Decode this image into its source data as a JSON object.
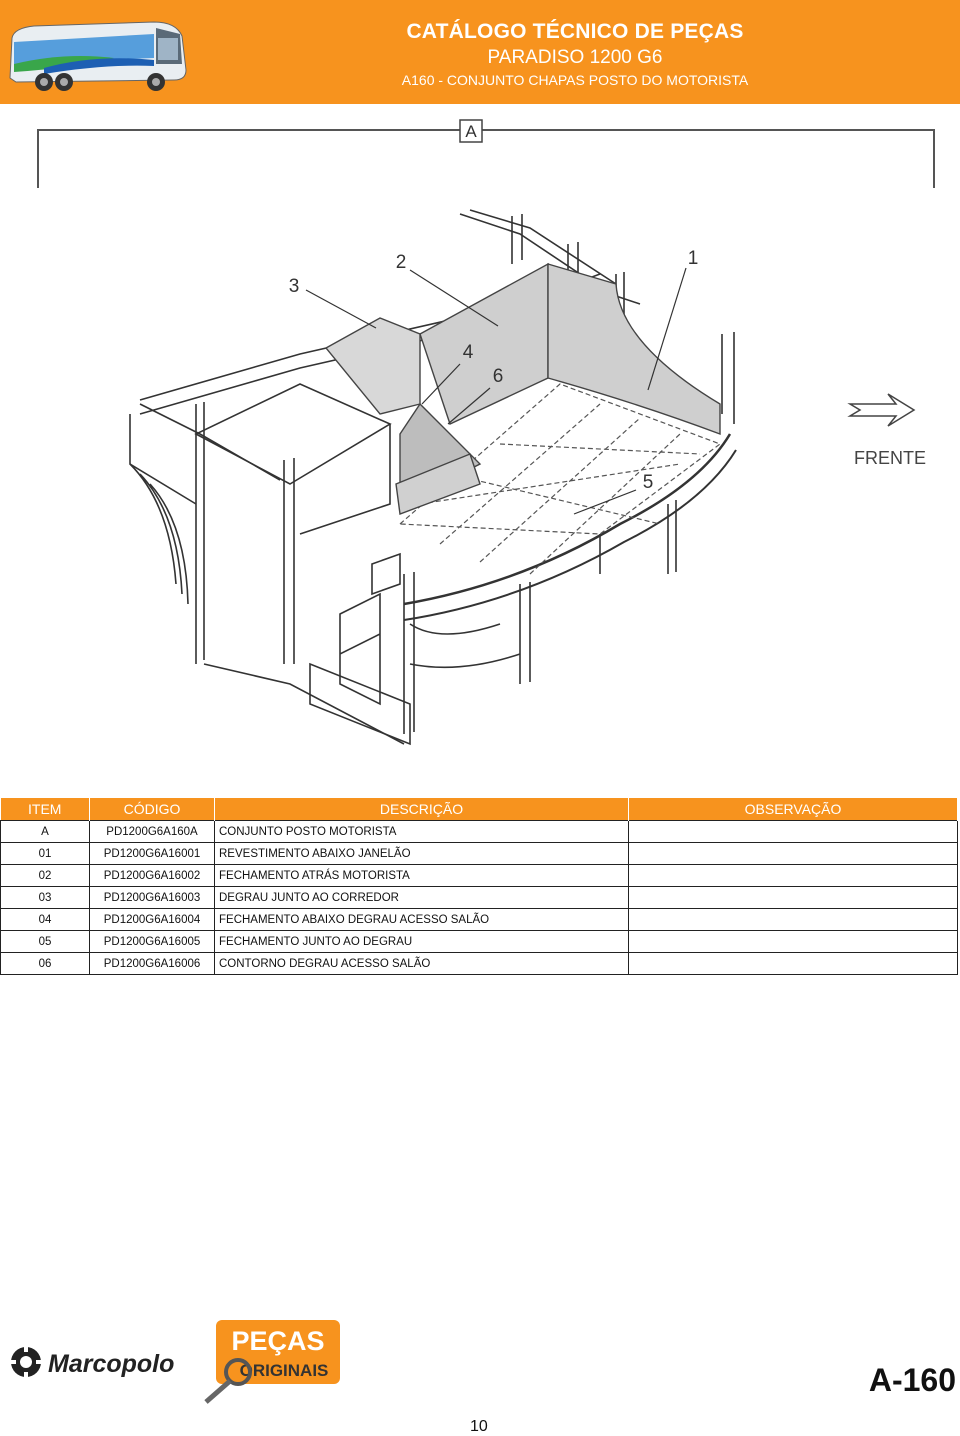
{
  "header": {
    "title": "CATÁLOGO TÉCNICO DE PEÇAS",
    "model": "PARADISO 1200 G6",
    "section": "A160 - CONJUNTO CHAPAS POSTO DO MOTORISTA"
  },
  "drawing": {
    "view_label": "A",
    "front_label": "FRENTE",
    "callouts": [
      "1",
      "2",
      "3",
      "4",
      "5",
      "6"
    ]
  },
  "table": {
    "headers": [
      "ITEM",
      "CÓDIGO",
      "DESCRIÇÃO",
      "OBSERVAÇÃO"
    ],
    "rows": [
      {
        "item": "A",
        "code": "PD1200G6A160A",
        "desc": "CONJUNTO POSTO MOTORISTA",
        "obs": ""
      },
      {
        "item": "01",
        "code": "PD1200G6A16001",
        "desc": "REVESTIMENTO ABAIXO JANELÃO",
        "obs": ""
      },
      {
        "item": "02",
        "code": "PD1200G6A16002",
        "desc": "FECHAMENTO ATRÁS MOTORISTA",
        "obs": ""
      },
      {
        "item": "03",
        "code": "PD1200G6A16003",
        "desc": "DEGRAU JUNTO AO CORREDOR",
        "obs": ""
      },
      {
        "item": "04",
        "code": "PD1200G6A16004",
        "desc": "FECHAMENTO ABAIXO DEGRAU ACESSO SALÃO",
        "obs": ""
      },
      {
        "item": "05",
        "code": "PD1200G6A16005",
        "desc": "FECHAMENTO JUNTO AO DEGRAU",
        "obs": ""
      },
      {
        "item": "06",
        "code": "PD1200G6A16006",
        "desc": "CONTORNO DEGRAU ACESSO SALÃO",
        "obs": ""
      }
    ]
  },
  "footer": {
    "brand": "Marcopolo",
    "badge_line1": "PEÇAS",
    "badge_line2": "ORIGINAIS",
    "page_code": "A-160",
    "page_number": "10"
  },
  "colors": {
    "header_orange": "#f7931e",
    "brand_orange": "#f7931e"
  }
}
